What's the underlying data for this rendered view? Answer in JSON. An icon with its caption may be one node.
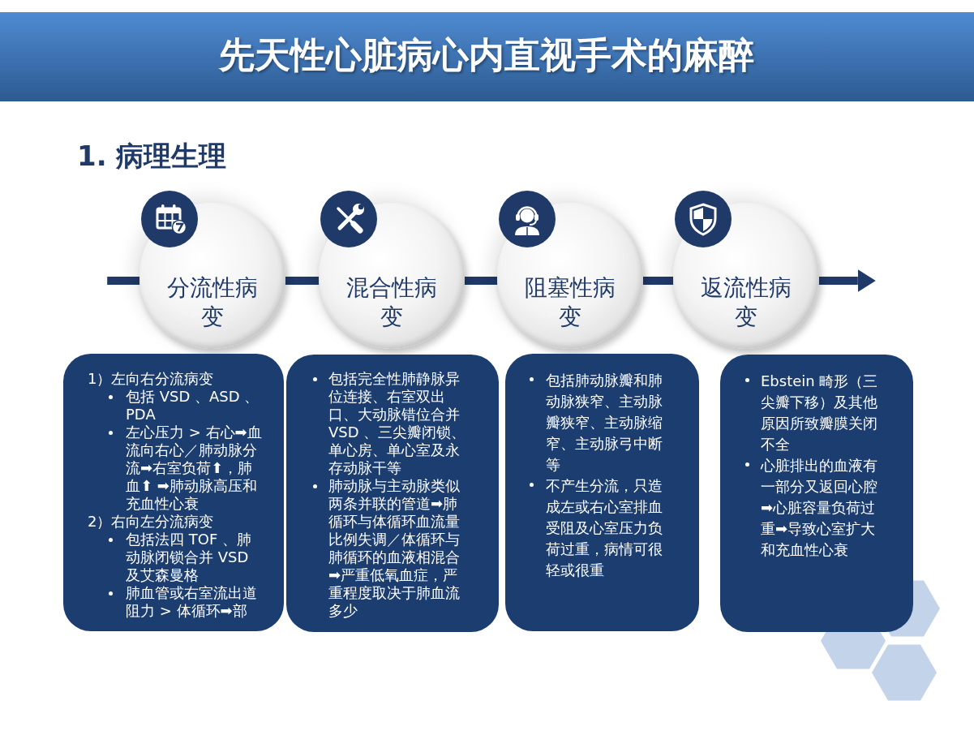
{
  "diagram": {
    "title": "先天性心脏病心内直视手术的麻醉",
    "nodes": [
      {
        "text": [
          "分流性病变"
        ]
      },
      {
        "text": [
          "混合性病变"
        ]
      },
      {
        "text": [
          "阻塞性病变"
        ]
      },
      {
        "text": [
          "返流性病变"
        ]
      },
      {
        "text": [
          "1）左向右分流病变",
          "包括 VSD 、ASD 、 PDA",
          "左心压力 > 右心➡血流向右心／肺动脉分流➡右室负荷⬆，肺血⬆ ➡肺动脉高压和充血性心衰",
          "2）右向左分流病变",
          "包括法四 TOF 、肺动脉闭锁合并 VSD 及艾森曼格",
          "肺血管或右室流出道阻力 > 体循环➡部"
        ]
      },
      {
        "text": [
          "包括完全性肺静脉异位连接、右室双出口、大动脉错位合并VSD 、三尖瓣闭锁、单心房、单心室及永存动脉干等",
          "肺动脉与主动脉类似两条并联的管道➡肺循环与体循环血流量比例失调／体循环与肺循环的血液相混合➡严重低氧血症，严重程度取决于肺血流多少"
        ]
      },
      {
        "text": [
          "包括肺动脉瓣和肺动脉狭窄、主动脉瓣狭窄、主动脉缩窄、主动脉弓中断等",
          "不产生分流，只造成左或右心室排血受阻及心室压力负荷过重，病情可很轻或很重"
        ]
      },
      {
        "text": [
          "Ebstein 畸形（三尖瓣下移）及其他原因所致瓣膜关闭不全",
          "心脏排出的血液有一部分又返回心腔➡心脏容量负荷过重➡导致心室扩大和充血性心衰"
        ]
      }
    ],
    "edges": [
      {
        "from": null,
        "to": 0,
        "arrow": "none"
      },
      {
        "from": 0,
        "to": 1,
        "arrow": "none"
      },
      {
        "from": 1,
        "to": 2,
        "arrow": "none"
      },
      {
        "from": 2,
        "to": 3,
        "arrow": "none"
      },
      {
        "from": 3,
        "to": null,
        "arrow": "to"
      }
    ],
    "labels": [
      "1. 病理生理"
    ]
  }
}
